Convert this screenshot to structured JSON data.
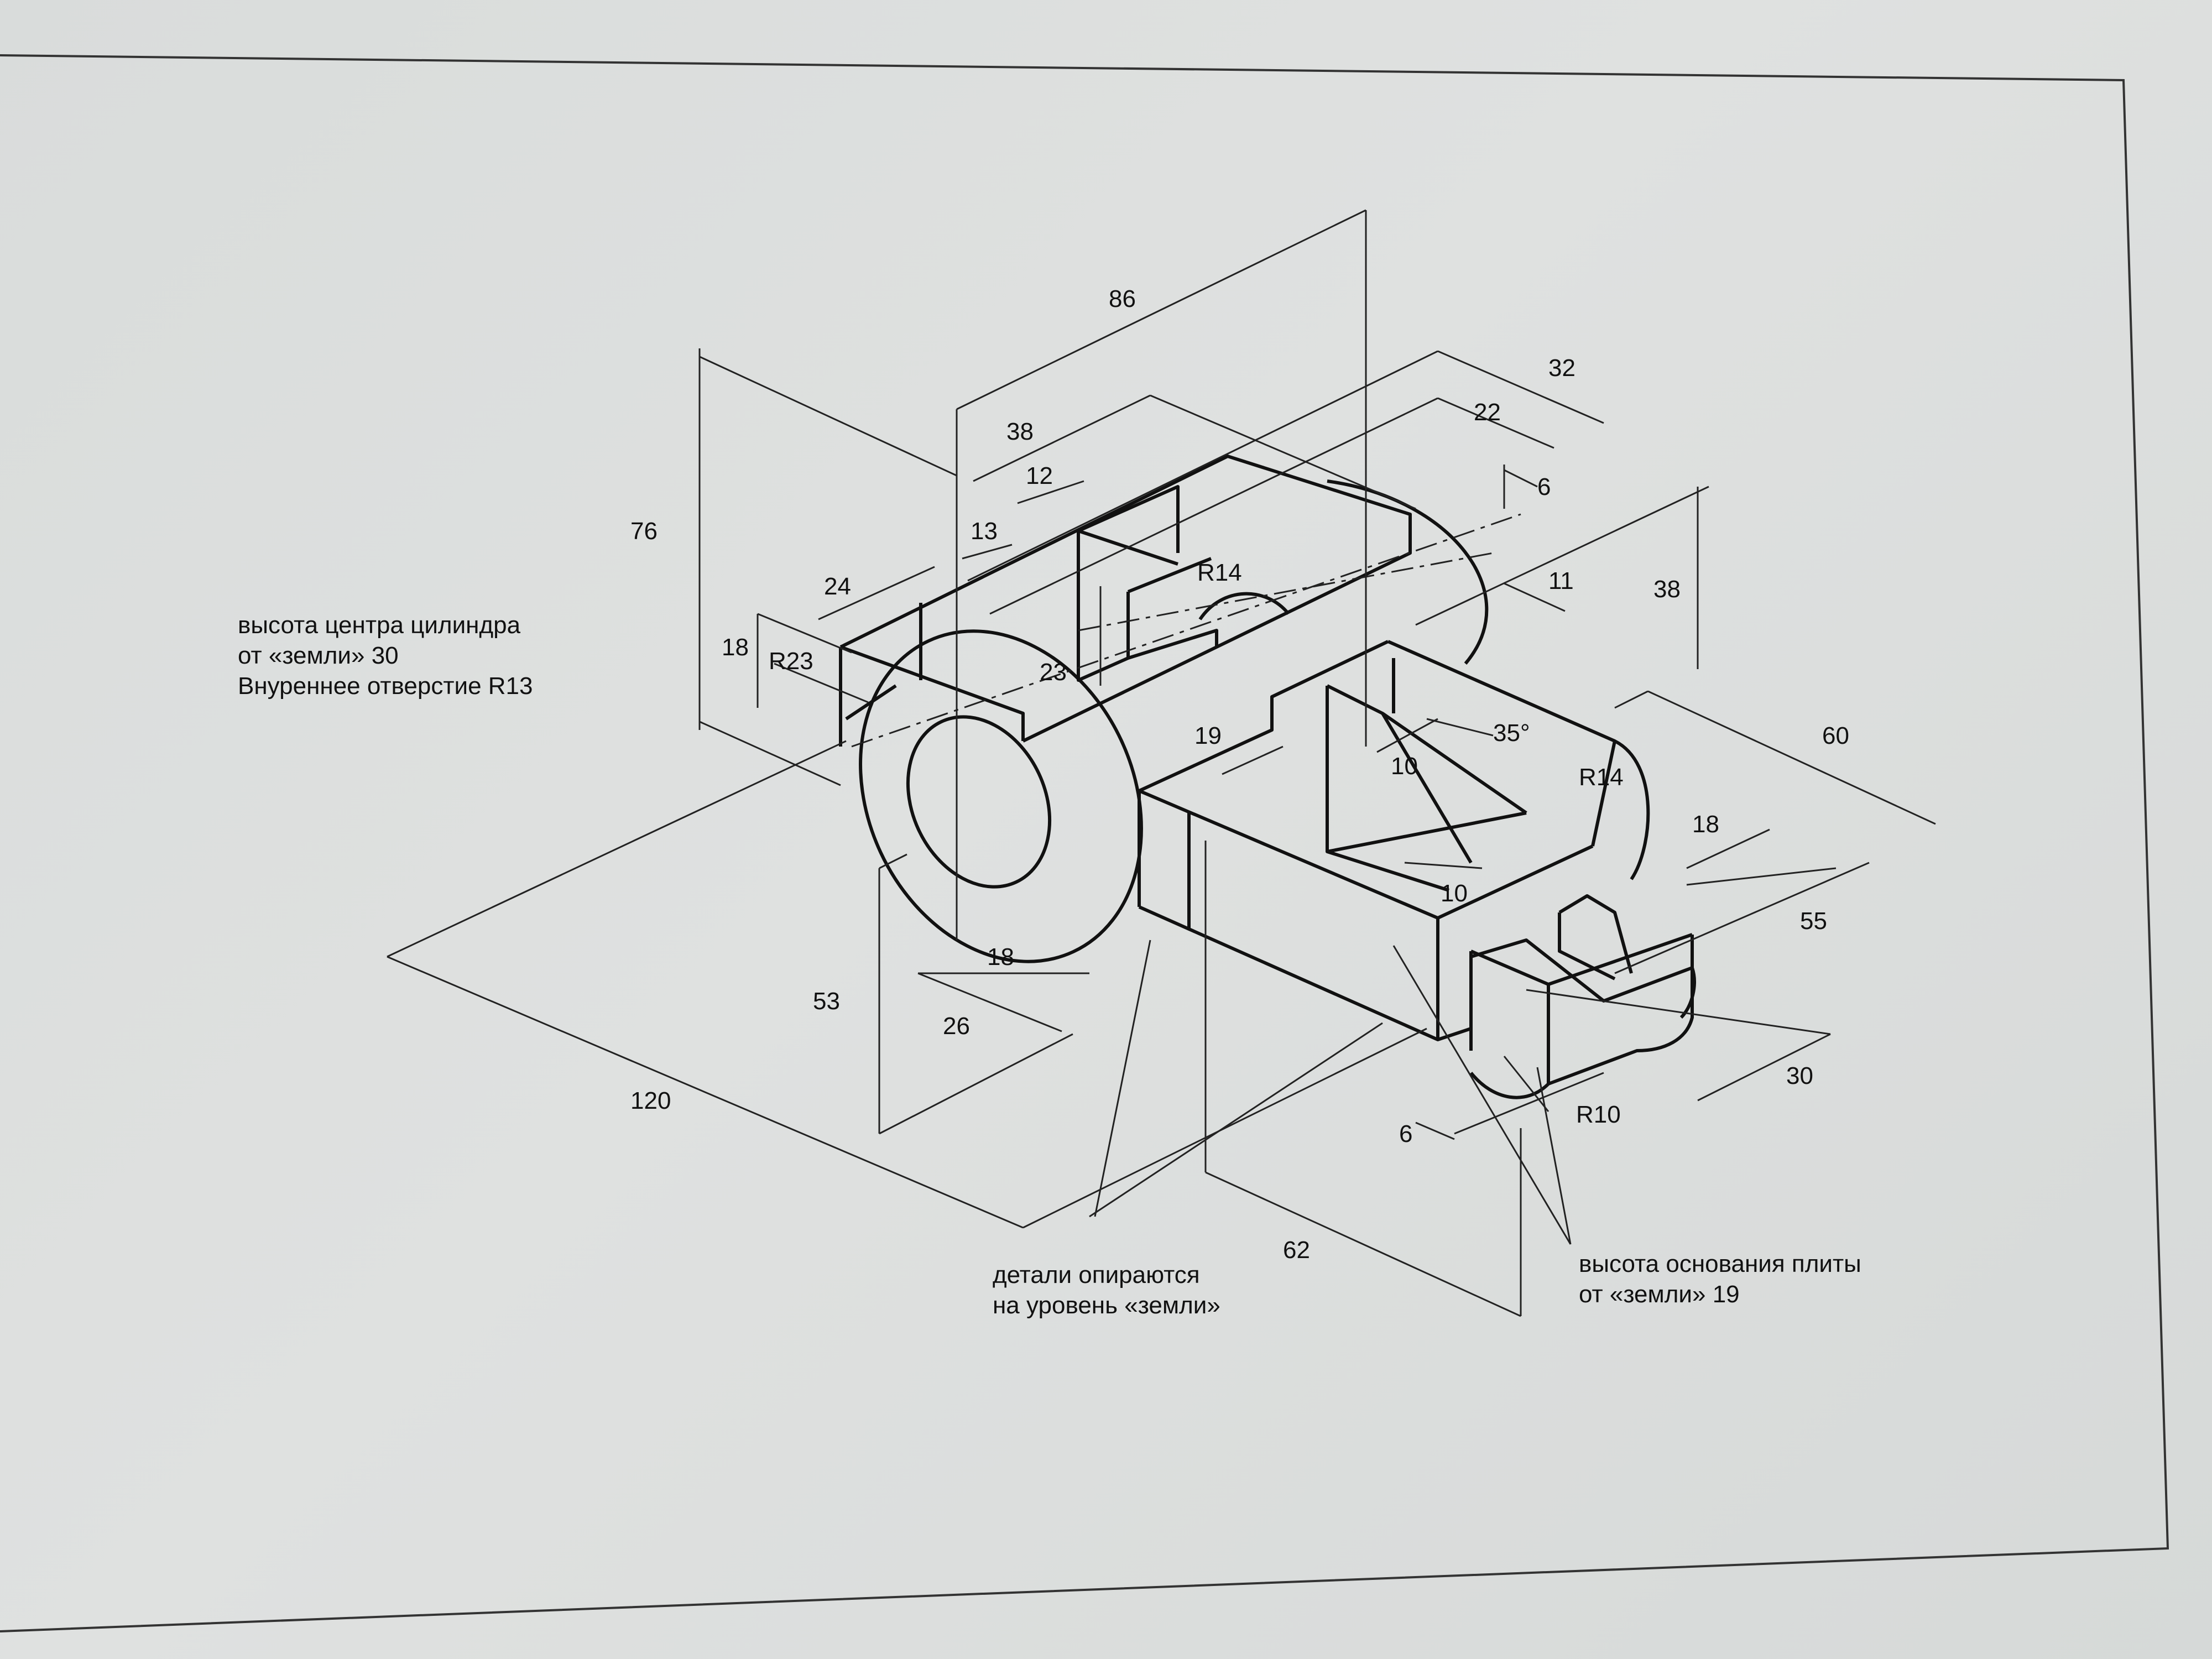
{
  "drawing": {
    "notes": {
      "cylinder": [
        "высота центра цилиндра",
        "от «земли» 30",
        "Внуреннее отверстие R13"
      ],
      "ground": [
        "детали опираются",
        "на уровень «земли»"
      ],
      "plate": [
        "высота основания плиты",
        "от «земли» 19"
      ]
    },
    "dimensions": {
      "d86": "86",
      "d32": "32",
      "d22": "22",
      "d6a": "6",
      "d38a": "38",
      "d12": "12",
      "d13": "13",
      "d24": "24",
      "d76": "76",
      "d18a": "18",
      "dR23": "R23",
      "dR14a": "R14",
      "d23": "23",
      "d11": "11",
      "d38b": "38",
      "d19": "19",
      "d10a": "10",
      "d35": "35°",
      "d60": "60",
      "dR14b": "R14",
      "d18b": "18",
      "d10b": "10",
      "d55": "55",
      "d18c": "18",
      "d26": "26",
      "d53": "53",
      "d120": "120",
      "d30": "30",
      "dR10": "R10",
      "d6b": "6",
      "d62": "62"
    }
  }
}
